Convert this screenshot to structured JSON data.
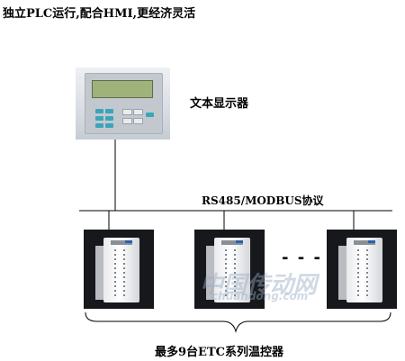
{
  "title": "独立PLC运行,配合HMI,更经济灵活",
  "hmi_label": "文本显示器",
  "bus_label": "RS485/MODBUS协议",
  "ellipsis": "- - -",
  "bottom_label": "最多9台ETC系列温控器",
  "watermark": "中国传动网",
  "watermark_sub": "chuandong.com",
  "colors": {
    "hmi_screen": "#9fb27a",
    "hmi_keys_teal": "#3aa6b9",
    "controller_bg": "#16181c",
    "line": "#000000"
  },
  "controllers": [
    {
      "name": "controller-1"
    },
    {
      "name": "controller-2"
    },
    {
      "name": "controller-3"
    }
  ]
}
